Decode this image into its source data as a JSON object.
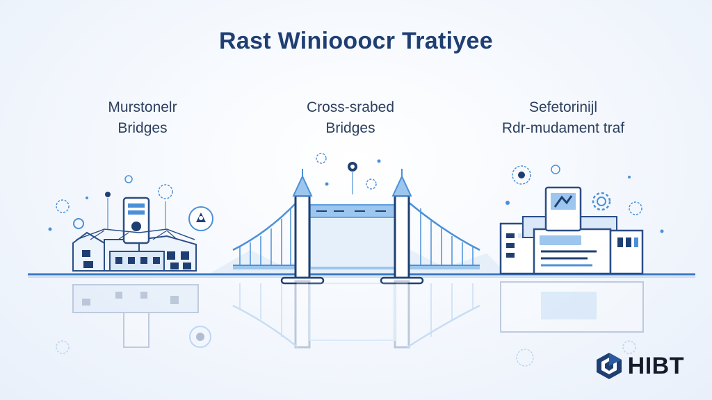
{
  "title": "Rast Winiooocr Tratiyee",
  "columns": [
    {
      "line1": "Murstonelr",
      "line2": "Bridges"
    },
    {
      "line1": "Cross-srabed",
      "line2": "Bridges"
    },
    {
      "line1": "Sefetorinijl",
      "line2": "Rdr-mudament traf"
    }
  ],
  "brand": {
    "name": "HIBT"
  },
  "colors": {
    "navy": "#1f3f73",
    "blue": "#4a90d9",
    "light_blue": "#9cc6ee",
    "background": "#f2f6fc"
  },
  "icons": [
    "bitcoin-node-icon",
    "gear-icon",
    "shield-icon",
    "document-icon",
    "logo-icon"
  ]
}
